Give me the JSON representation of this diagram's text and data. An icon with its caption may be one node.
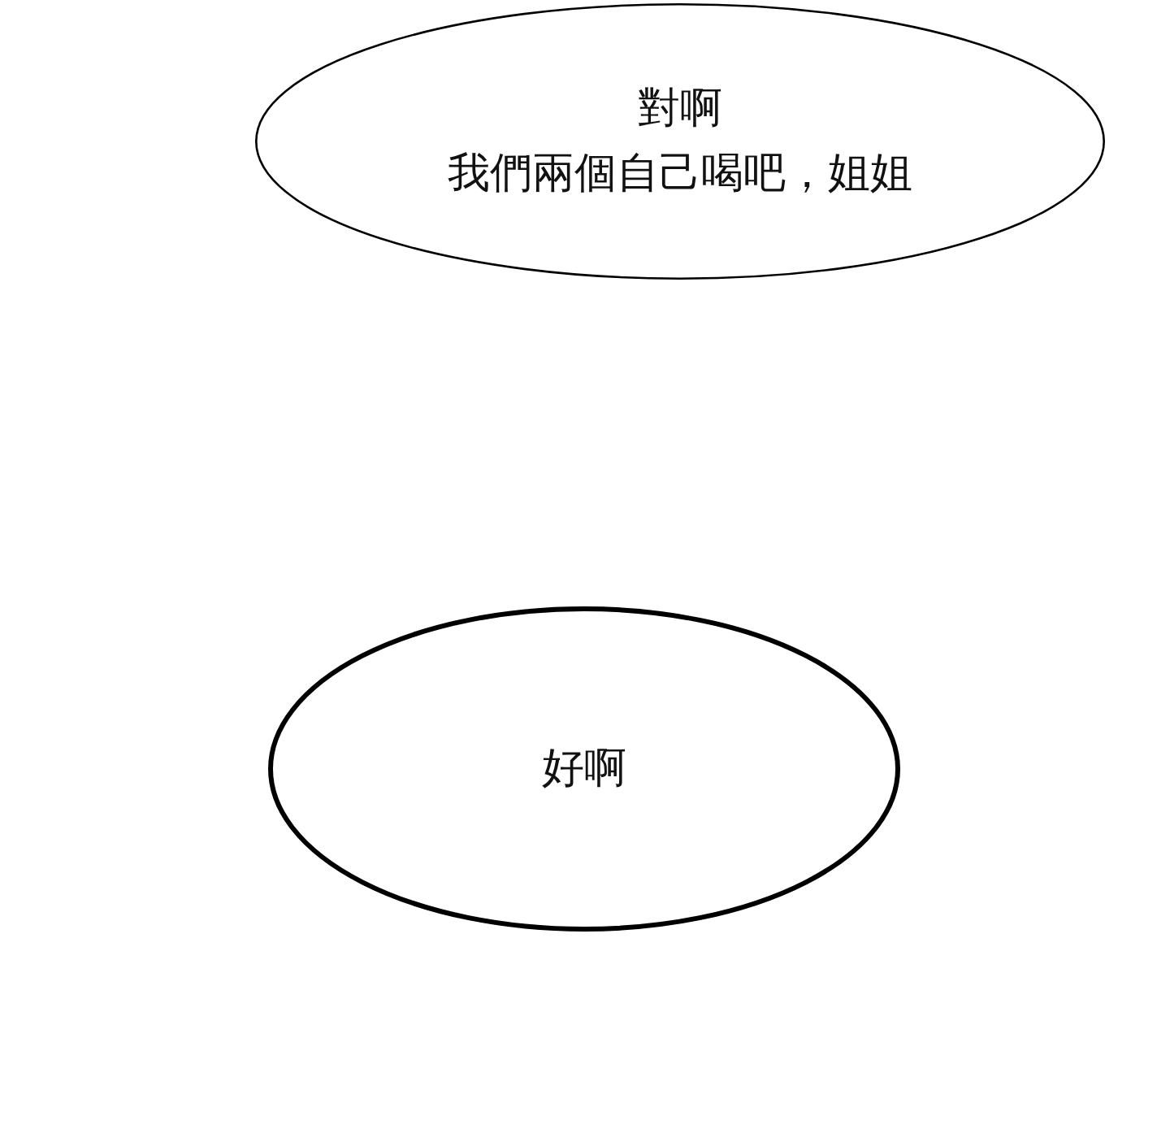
{
  "diagram": {
    "nodes": [
      {
        "text": [
          "對啊",
          "我們兩個自己喝吧，姐姐"
        ]
      },
      {
        "text": [
          "好啊"
        ]
      }
    ]
  }
}
